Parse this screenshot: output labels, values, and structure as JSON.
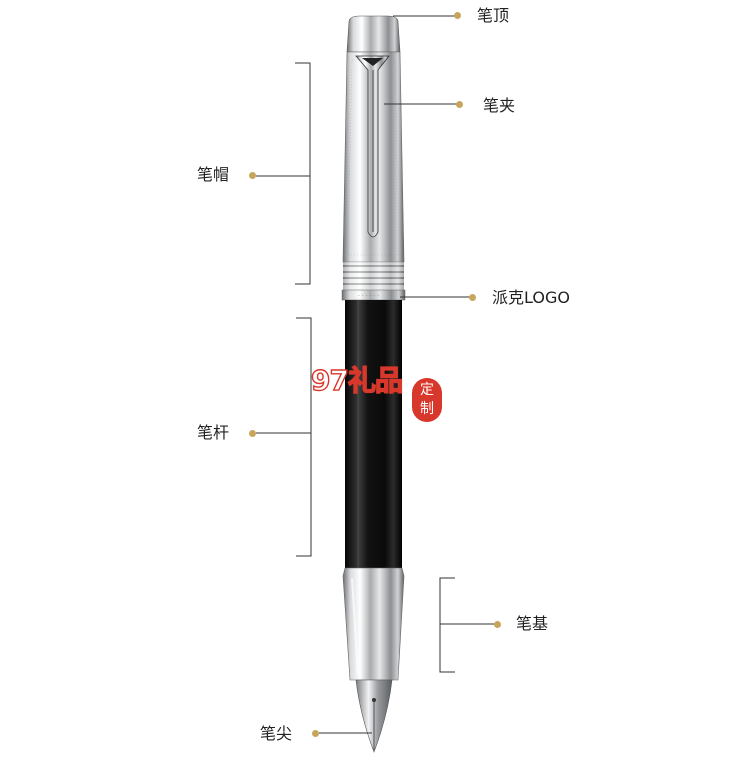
{
  "labels": {
    "top": "笔顶",
    "clip": "笔夹",
    "cap": "笔帽",
    "logo": "派克LOGO",
    "barrel": "笔杆",
    "section": "笔基",
    "nib": "笔尖"
  },
  "watermark": {
    "text": "97礼品",
    "seal_chars": [
      "定",
      "制"
    ]
  },
  "colors": {
    "dot": "#c9a55b",
    "line": "#333333",
    "watermark": "#d8382b"
  }
}
